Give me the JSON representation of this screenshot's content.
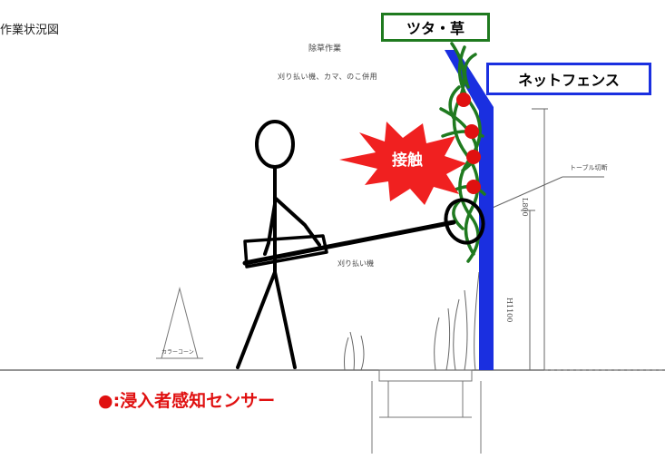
{
  "labels": {
    "ivy_grass": "ツタ・草",
    "net_fence": "ネットフェンス",
    "contact": "接触",
    "legend": "●:浸入者感知センサー"
  },
  "notes": {
    "page_heading": "作業状況図",
    "weeding_title": "除草作業",
    "weeding_tools": "刈り払い機、カマ、のこ併用",
    "cutter": "刈り払い機",
    "tape": "トーブル切断",
    "height_upper": "L800",
    "height_lower": "H1100",
    "cone": "カラーコーン"
  },
  "colors": {
    "fence": "#1a2fe0",
    "ivy": "#1f7a1f",
    "sensor": "#e01010",
    "burst": "#f02020"
  }
}
